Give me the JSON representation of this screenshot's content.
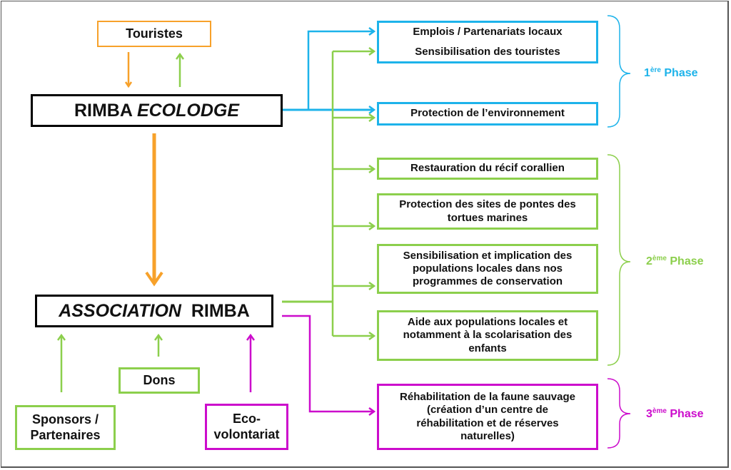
{
  "colors": {
    "orange": "#f7a12a",
    "black": "#000000",
    "blue": "#1db3ea",
    "green": "#8ccf4c",
    "magenta": "#cc0ccc"
  },
  "nodes": {
    "touristes": "Touristes",
    "ecolodge": {
      "main": "RIMBA ",
      "italic": "ECOLODGE"
    },
    "association": {
      "italic": "ASSOCIATION",
      "main": "  RIMBA"
    },
    "dons": "Dons",
    "sponsors": [
      "Sponsors /",
      "Partenaires"
    ],
    "eco": [
      "Eco-",
      "volontariat"
    ]
  },
  "phase1": {
    "items": [
      [
        "Emplois / Partenariats locaux",
        "Sensibilisation des touristes"
      ],
      [
        "Protection de l’environnement"
      ]
    ],
    "label": {
      "num": "1",
      "sup": "ère",
      "word": " Phase"
    }
  },
  "phase2": {
    "items": [
      [
        "Restauration du récif corallien"
      ],
      [
        "Protection des sites de pontes des",
        "tortues marines"
      ],
      [
        "Sensibilisation et implication des",
        "populations locales dans nos",
        "programmes de conservation"
      ],
      [
        "Aide aux populations locales et",
        "notamment à la scolarisation des",
        "enfants"
      ]
    ],
    "label": {
      "num": "2",
      "sup": "ème",
      "word": " Phase"
    }
  },
  "phase3": {
    "items": [
      [
        "Réhabilitation de la faune sauvage",
        "(création d’un centre de",
        "réhabilitation et de réserves",
        "naturelles)"
      ]
    ],
    "label": {
      "num": "3",
      "sup": "ème",
      "word": " Phase"
    }
  }
}
